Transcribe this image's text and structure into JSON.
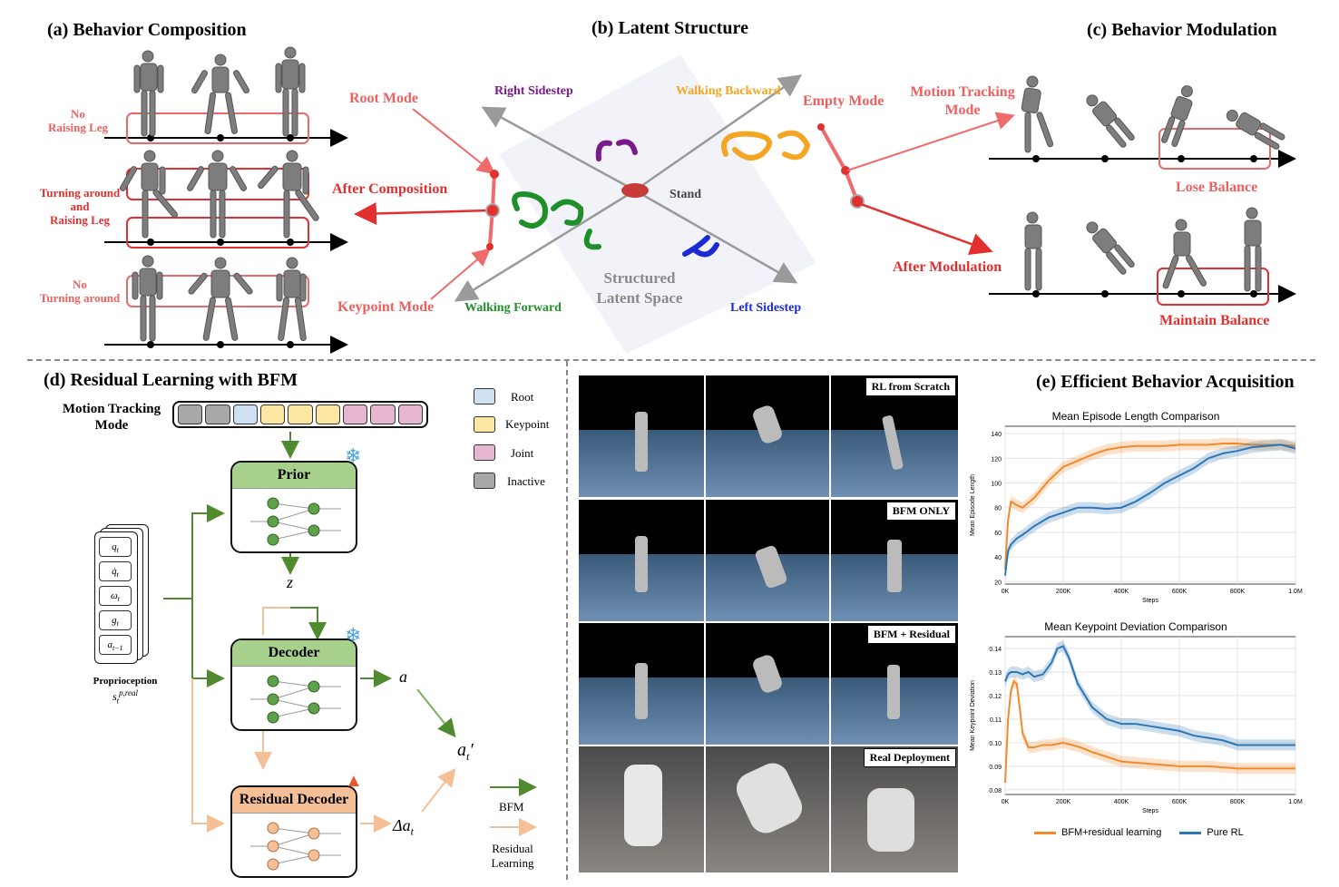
{
  "panels": {
    "a": {
      "title": "(a) Behavior Composition",
      "label_no_raising_1": "No",
      "label_no_raising_2": "Raising Leg",
      "label_turning_1": "Turning around",
      "label_turning_2": "and",
      "label_turning_3": "Raising Leg",
      "label_no_turning_1": "No",
      "label_no_turning_2": "Turning around"
    },
    "b": {
      "title": "(b) Latent Structure",
      "root_mode": "Root Mode",
      "keypoint_mode": "Keypoint Mode",
      "after_composition": "After Composition",
      "right_sidestep": "Right Sidestep",
      "walking_backward": "Walking Backward",
      "walking_forward": "Walking Forward",
      "left_sidestep": "Left Sidestep",
      "stand": "Stand",
      "structured_1": "Structured",
      "structured_2": "Latent Space",
      "empty_mode": "Empty Mode",
      "after_modulation": "After Modulation"
    },
    "c": {
      "title": "(c) Behavior Modulation",
      "motion_tracking_1": "Motion Tracking",
      "motion_tracking_2": "Mode",
      "lose_balance": "Lose Balance",
      "maintain_balance": "Maintain Balance"
    },
    "d": {
      "title": "(d) Residual Learning with BFM",
      "mtm_1": "Motion Tracking",
      "mtm_2": "Mode",
      "legend": [
        "Root",
        "Keypoint",
        "Joint",
        "Inactive"
      ],
      "legend_colors": [
        "#cfe0f3",
        "#fbe7a1",
        "#e7b6d0",
        "#a8a8a8"
      ],
      "prior": "Prior",
      "decoder": "Decoder",
      "residual_decoder": "Residual Decoder",
      "z": "z",
      "a": "a",
      "at_prime": "a",
      "delta_a": "Δa",
      "proprio_1": "Proprioception",
      "proprio_2": "s",
      "bfm_legend": "BFM",
      "residual_legend_1": "Residual",
      "residual_legend_2": "Learning",
      "state_items": [
        "q",
        "q̇",
        "ω",
        "g",
        "a"
      ],
      "state_subs": [
        "t",
        "t",
        "t",
        "t",
        "t−1"
      ]
    },
    "e": {
      "title": "(e) Efficient Behavior Acquisition",
      "tags": [
        "RL from Scratch",
        "BFM ONLY",
        "BFM + Residual",
        "Real Deployment"
      ]
    }
  },
  "chart_data": [
    {
      "type": "line",
      "title": "Mean Episode Length Comparison",
      "xlabel": "Steps",
      "ylabel": "Mean Episode Length",
      "xticks": [
        "0K",
        "200K",
        "400K",
        "600K",
        "800K",
        "1.0M"
      ],
      "yticks": [
        20,
        40,
        60,
        80,
        100,
        120,
        140
      ],
      "xlim": [
        0,
        1000
      ],
      "ylim": [
        18,
        146
      ],
      "series": [
        {
          "name": "BFM+residual learning",
          "color": "#f28a2b",
          "x": [
            0,
            10,
            20,
            40,
            60,
            100,
            150,
            200,
            250,
            300,
            350,
            400,
            450,
            500,
            550,
            600,
            650,
            700,
            750,
            800,
            850,
            900,
            950,
            1000
          ],
          "y": [
            30,
            70,
            85,
            82,
            80,
            88,
            102,
            113,
            118,
            123,
            127,
            129,
            130,
            130,
            130,
            131,
            131,
            131,
            132,
            132,
            131,
            131,
            131,
            130
          ]
        },
        {
          "name": "Pure RL",
          "color": "#2e77b5",
          "x": [
            0,
            10,
            20,
            40,
            60,
            100,
            150,
            200,
            250,
            300,
            350,
            400,
            450,
            500,
            550,
            600,
            650,
            700,
            750,
            800,
            850,
            900,
            950,
            1000
          ],
          "y": [
            25,
            45,
            50,
            55,
            58,
            65,
            72,
            76,
            80,
            80,
            79,
            80,
            85,
            92,
            100,
            106,
            112,
            120,
            124,
            126,
            129,
            130,
            131,
            128
          ]
        }
      ]
    },
    {
      "type": "line",
      "title": "Mean Keypoint Deviation Comparison",
      "xlabel": "Steps",
      "ylabel": "Mean Keypoint Deviation",
      "xticks": [
        "0K",
        "200K",
        "400K",
        "600K",
        "800K",
        "1.0M"
      ],
      "yticks": [
        0.08,
        0.09,
        0.1,
        0.11,
        0.12,
        0.13,
        0.14
      ],
      "xlim": [
        0,
        1000
      ],
      "ylim": [
        0.078,
        0.145
      ],
      "series": [
        {
          "name": "BFM+residual learning",
          "color": "#f28a2b",
          "x": [
            0,
            10,
            20,
            30,
            40,
            50,
            60,
            80,
            100,
            130,
            160,
            200,
            230,
            260,
            300,
            350,
            400,
            500,
            600,
            700,
            800,
            900,
            1000
          ],
          "y": [
            0.083,
            0.11,
            0.122,
            0.126,
            0.125,
            0.115,
            0.104,
            0.098,
            0.098,
            0.099,
            0.099,
            0.1,
            0.099,
            0.098,
            0.096,
            0.094,
            0.092,
            0.091,
            0.09,
            0.09,
            0.089,
            0.089,
            0.089
          ]
        },
        {
          "name": "Pure RL",
          "color": "#2e77b5",
          "x": [
            0,
            10,
            20,
            40,
            60,
            80,
            100,
            130,
            160,
            180,
            200,
            220,
            250,
            300,
            350,
            400,
            450,
            500,
            550,
            600,
            650,
            700,
            750,
            800,
            850,
            900,
            950,
            1000
          ],
          "y": [
            0.126,
            0.129,
            0.13,
            0.13,
            0.129,
            0.13,
            0.128,
            0.129,
            0.134,
            0.14,
            0.141,
            0.136,
            0.125,
            0.115,
            0.11,
            0.108,
            0.108,
            0.107,
            0.106,
            0.105,
            0.103,
            0.102,
            0.101,
            0.099,
            0.099,
            0.099,
            0.099,
            0.099
          ]
        }
      ]
    }
  ],
  "chart_legend": [
    "BFM+residual learning",
    "Pure RL"
  ]
}
